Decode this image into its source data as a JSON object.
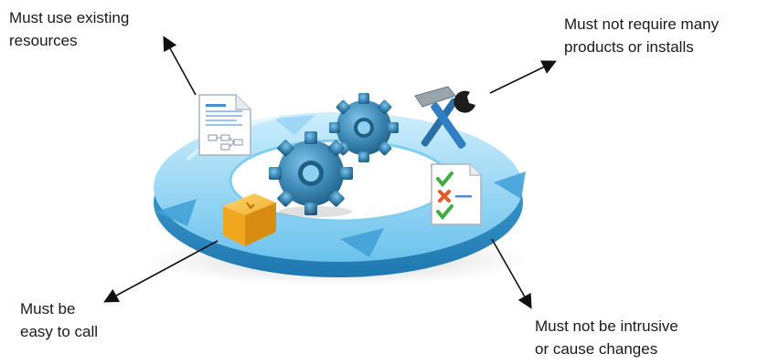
{
  "requirements": {
    "top_left": {
      "lines": [
        "Must use existing",
        "resources"
      ],
      "icon": "document-icon"
    },
    "top_right": {
      "lines": [
        "Must not require many",
        "products or installs"
      ],
      "icon": "tools-icon"
    },
    "bottom_left": {
      "lines": [
        "Must be",
        "easy to call"
      ],
      "icon": "package-box-icon"
    },
    "bottom_right": {
      "lines": [
        "Must not be intrusive",
        "or cause changes"
      ],
      "icon": "checklist-icon"
    }
  },
  "center": {
    "icon": "gears-icon"
  },
  "colors": {
    "ring_light": "#a9dcf5",
    "ring_mid": "#5fb9e8",
    "ring_dark": "#2f8fc7",
    "gear": "#3b86b3",
    "gear_dark": "#1f5f86",
    "box": "#f2b233",
    "check": "#3fae3f",
    "cross": "#e05a2b"
  }
}
